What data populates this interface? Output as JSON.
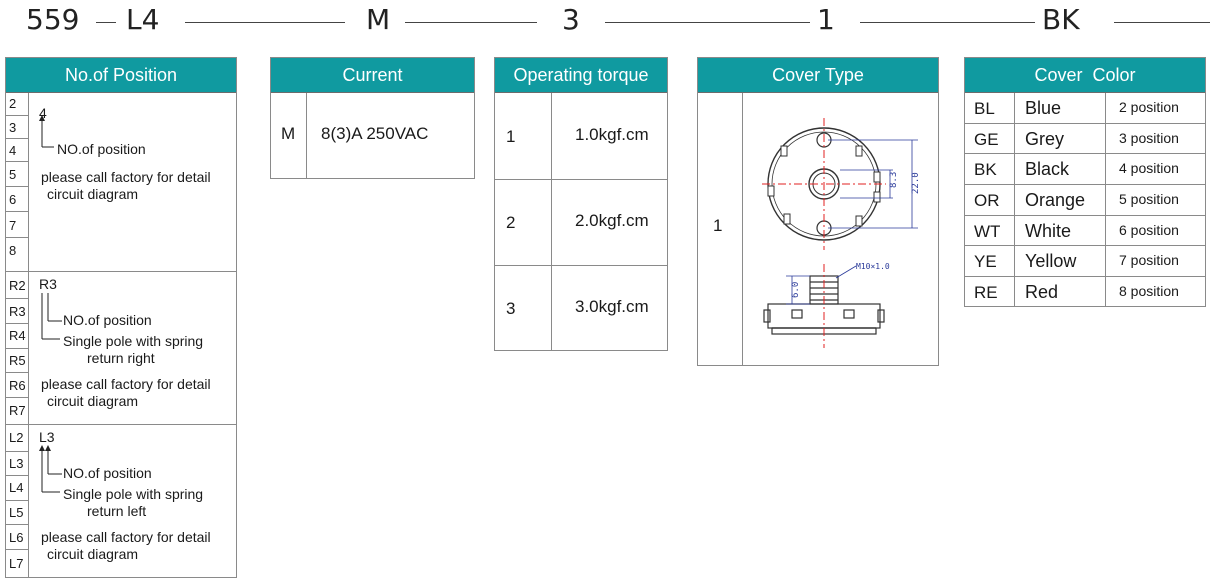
{
  "part_code": {
    "series": "559",
    "position": "L4",
    "current": "M",
    "torque": "3",
    "cover_type": "1",
    "cover_color": "BK"
  },
  "position_table": {
    "title": "No.of Position",
    "group1": {
      "rows": [
        "2",
        "3",
        "4",
        "5",
        "6",
        "7",
        "8"
      ],
      "example": "4",
      "label": "NO.of position",
      "note_line1": "please call factory for detail",
      "note_line2": "circuit diagram"
    },
    "group2": {
      "rows": [
        "R2",
        "R3",
        "R4",
        "R5",
        "R6",
        "R7"
      ],
      "example": "R3",
      "label": "NO.of position",
      "spring_line1": "Single pole with spring",
      "spring_line2": "return right",
      "note_line1": "please call factory for detail",
      "note_line2": "circuit diagram"
    },
    "group3": {
      "rows": [
        "L2",
        "L3",
        "L4",
        "L5",
        "L6",
        "L7"
      ],
      "example": "L3",
      "label": "NO.of position",
      "spring_line1": "Single pole with spring",
      "spring_line2": "return left",
      "note_line1": "please call factory for detail",
      "note_line2": "circuit diagram"
    }
  },
  "current_table": {
    "title": "Current",
    "code": "M",
    "value": "8(3)A 250VAC"
  },
  "torque_table": {
    "title": "Operating torque",
    "rows": [
      {
        "code": "1",
        "value": "1.0kgf.cm"
      },
      {
        "code": "2",
        "value": "2.0kgf.cm"
      },
      {
        "code": "3",
        "value": "3.0kgf.cm"
      }
    ]
  },
  "cover_type_table": {
    "title": "Cover Type",
    "code": "1",
    "dim_inner": "8.3",
    "dim_outer": "22.0",
    "dim_thread": "M10×1.0",
    "dim_height": "6.0"
  },
  "cover_color_table": {
    "title": "Cover  Color",
    "rows": [
      {
        "code": "BL",
        "name": "Blue",
        "position": "2 position"
      },
      {
        "code": "GE",
        "name": "Grey",
        "position": "3 position"
      },
      {
        "code": "BK",
        "name": "Black",
        "position": "4 position"
      },
      {
        "code": "OR",
        "name": "Orange",
        "position": "5 position"
      },
      {
        "code": "WT",
        "name": "White",
        "position": "6 position"
      },
      {
        "code": "YE",
        "name": "Yellow",
        "position": "7 position"
      },
      {
        "code": "RE",
        "name": "Red",
        "position": "8 position"
      }
    ]
  },
  "colors": {
    "header_teal": "#109aa0",
    "centerline_red": "#e02020",
    "dimension_blue": "#2a3a9a"
  }
}
